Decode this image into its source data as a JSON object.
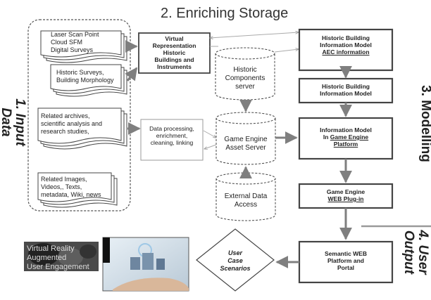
{
  "title": "2. Enriching Storage",
  "side_labels": {
    "input_line1": "1. Input",
    "input_line2": "Data",
    "modelling": "3. Modelling",
    "user_output_line1": "4. User",
    "user_output_line2": "Output"
  },
  "input_docs": [
    {
      "lines": [
        "Laser Scan Point",
        "Cloud SFM",
        "Digital Surveys"
      ]
    },
    {
      "lines": [
        "Historic Surveys,",
        "Building Morphology"
      ]
    },
    {
      "lines": [
        "Related archives,",
        "scientific analysis and",
        "research studies,"
      ]
    },
    {
      "lines": [
        "Related Images,",
        "Videos,, Texts,",
        "metadata, Wiki, news"
      ]
    }
  ],
  "virtual_box": {
    "lines": [
      "Virtual",
      "Representation",
      "Historic",
      "Buildings and",
      "Instruments"
    ]
  },
  "processing_box": {
    "lines": [
      "Data processing,",
      "enrichment,",
      "cleaning, linking"
    ]
  },
  "cylinders": {
    "historic_components": {
      "lines": [
        "Historic",
        "Components",
        "server"
      ]
    },
    "asset_server": {
      "lines": [
        "Game Engine",
        "Asset  Server"
      ]
    },
    "external": {
      "lines": [
        "External Data",
        "Access"
      ]
    }
  },
  "right_boxes": {
    "hbim_aec": {
      "line1": "Historic Building",
      "line2": "Information Model",
      "line3": "AEC information"
    },
    "hbim": {
      "line1": "Historic Building",
      "line2": "Information Model"
    },
    "info_model": {
      "line1": "Information Model",
      "line2": "In",
      "line2b": "Game Engine",
      "line3": "Platform"
    },
    "web_plugin": {
      "line1": "Game Engine",
      "line2": "WEB Plug-in"
    },
    "semantic_web": {
      "lines": [
        "Semantic WEB",
        "Platform and",
        "Portal"
      ]
    }
  },
  "diamond": {
    "lines": [
      "User",
      "Case",
      "Scenarios"
    ]
  },
  "photo_caption": {
    "lines": [
      "Virtual Reality",
      "Augmented",
      "User Engagement"
    ]
  }
}
